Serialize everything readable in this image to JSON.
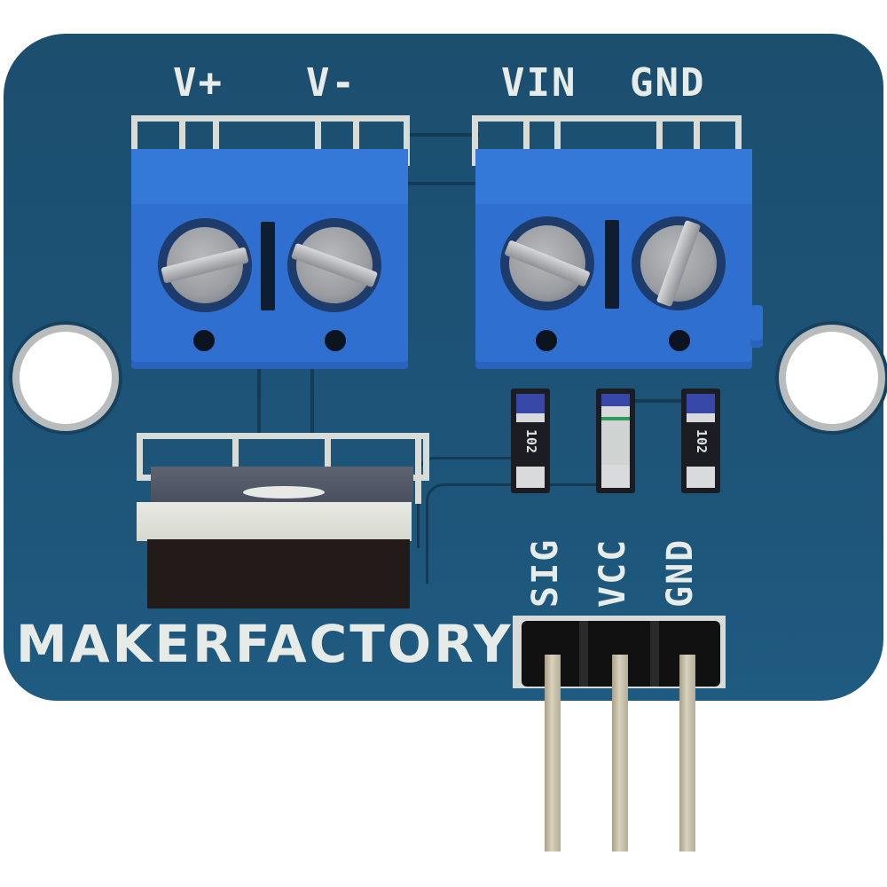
{
  "board": {
    "brand_label": "MAKERFACTORY",
    "pcb_color": "#1b4f72",
    "terminal_color": "#2f6fd0",
    "silkscreen_color": "#e8ece8"
  },
  "terminals": {
    "left": {
      "labels": [
        "V+",
        "V-"
      ]
    },
    "right": {
      "labels": [
        "VIN",
        "GND"
      ]
    }
  },
  "smd_components": [
    {
      "type": "resistor",
      "marking": "102"
    },
    {
      "type": "led",
      "marking": ""
    },
    {
      "type": "resistor",
      "marking": "102"
    }
  ],
  "header": {
    "pins": [
      "SIG",
      "VCC",
      "GND"
    ]
  },
  "regulator": {
    "type": "mosfet-to220"
  }
}
